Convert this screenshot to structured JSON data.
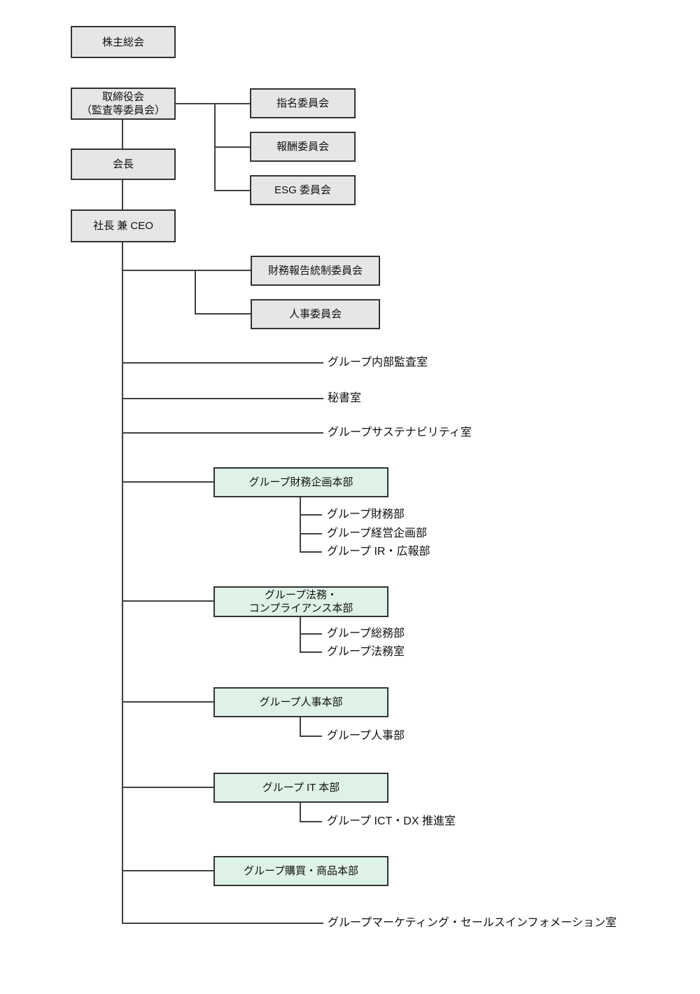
{
  "colors": {
    "background": "#ffffff",
    "gray_box_fill": "#e6e6e6",
    "green_box_fill": "#def2e7",
    "box_border": "#333333",
    "connector_line": "#404040",
    "text": "#111111"
  },
  "nodes": {
    "shareholders": {
      "label": "株主総会"
    },
    "board": {
      "line1": "取締役会",
      "line2": "（監査等委員会）"
    },
    "chairman": {
      "label": "会長"
    },
    "president": {
      "label": "社長 兼 CEO"
    },
    "nomination": {
      "label": "指名委員会"
    },
    "compensation": {
      "label": "報酬委員会"
    },
    "esg": {
      "label": "ESG 委員会"
    },
    "fin_report": {
      "label": "財務報告統制委員会"
    },
    "personnel": {
      "label": "人事委員会"
    },
    "fin_planning": {
      "label": "グループ財務企画本部"
    },
    "legal": {
      "line1": "グループ法務・",
      "line2": "コンプライアンス本部"
    },
    "hr": {
      "label": "グループ人事本部"
    },
    "it": {
      "label": "グループ IT 本部"
    },
    "procurement": {
      "label": "グループ購買・商品本部"
    }
  },
  "labels": {
    "internal_audit": "グループ内部監査室",
    "secretarial": "秘書室",
    "sustainability": "グループサステナビリティ室",
    "finance_dept": "グループ財務部",
    "corporate_planning_dept": "グループ経営企画部",
    "ir_pr_dept": "グループ IR・広報部",
    "general_affairs_dept": "グループ総務部",
    "legal_office": "グループ法務室",
    "hr_dept": "グループ人事部",
    "ict_dx_office": "グループ ICT・DX 推進室",
    "marketing_office": "グループマーケティング・セールスインフォメーション室"
  }
}
